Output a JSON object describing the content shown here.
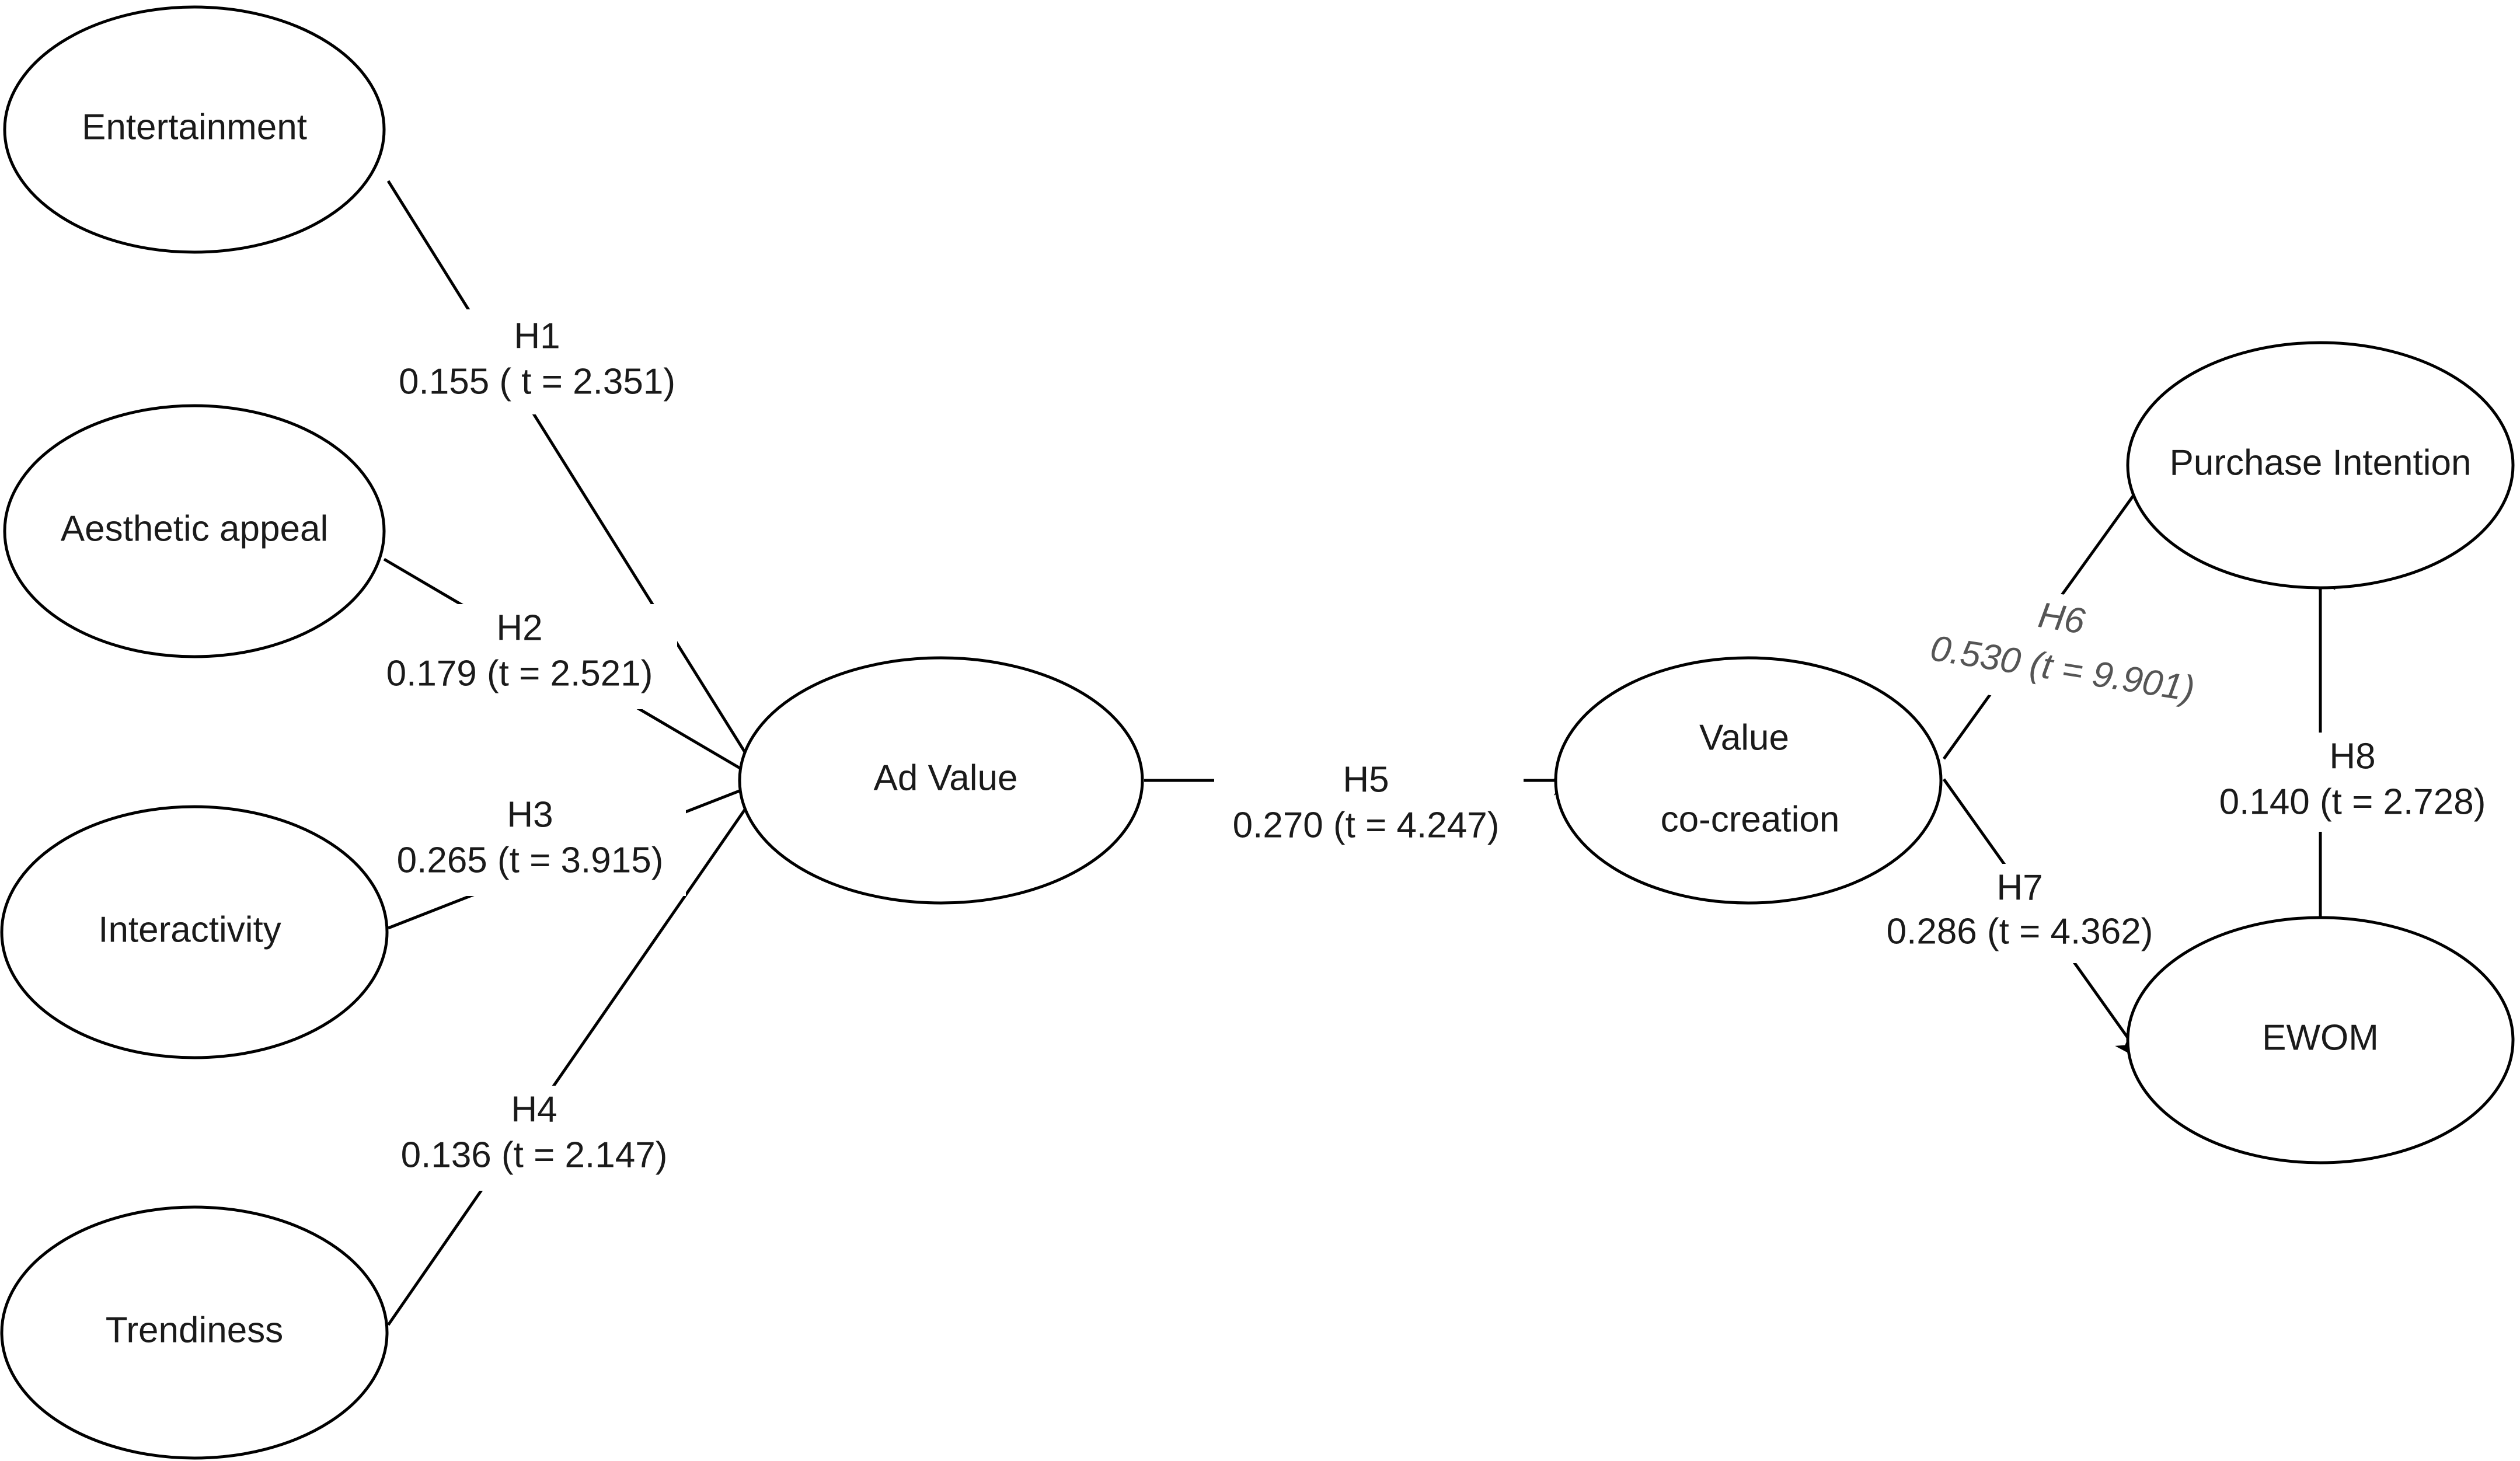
{
  "nodes": {
    "entertainment": {
      "label": "Entertainment"
    },
    "aesthetic_appeal": {
      "label": "Aesthetic appeal"
    },
    "interactivity": {
      "label": "Interactivity"
    },
    "trendiness": {
      "label": "Trendiness"
    },
    "ad_value": {
      "label": "Ad Value"
    },
    "value_cocreation": {
      "label_line1": "Value",
      "label_line2": "co-creation"
    },
    "purchase_intention": {
      "label": "Purchase Intention"
    },
    "ewom": {
      "label": "EWOM"
    }
  },
  "edges": {
    "h1": {
      "hypothesis": "H1",
      "estimate": "0.155 ( t = 2.351)"
    },
    "h2": {
      "hypothesis": "H2",
      "estimate": "0.179 (t = 2.521)"
    },
    "h3": {
      "hypothesis": "H3",
      "estimate": "0.265 (t = 3.915)"
    },
    "h4": {
      "hypothesis": "H4",
      "estimate": "0.136 (t = 2.147)"
    },
    "h5": {
      "hypothesis": "H5",
      "estimate": "0.270 (t = 4.247)"
    },
    "h6": {
      "hypothesis": "H6",
      "estimate": "0.530 (t = 9.901)"
    },
    "h7": {
      "hypothesis": "H7",
      "estimate": "0.286 (t = 4.362)"
    },
    "h8": {
      "hypothesis": "H8",
      "estimate": "0.140 (t = 2.728)"
    }
  },
  "colors": {
    "stroke": "#000000",
    "text": "#1a1a1a",
    "italic_text": "#555555",
    "background": "#ffffff"
  }
}
